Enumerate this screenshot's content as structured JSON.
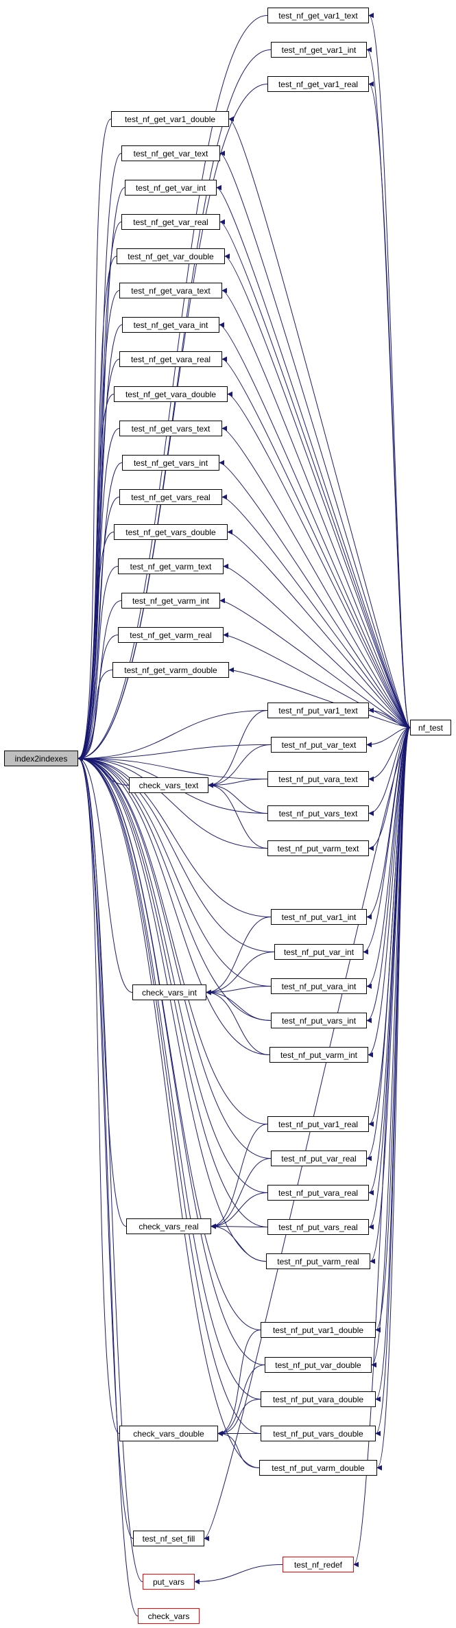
{
  "graph": {
    "root": "index2indexes",
    "colors": {
      "edge": "#191970",
      "node_border": "#000000",
      "highlight_border": "#ff0000",
      "root_fill": "#bfbfbf"
    },
    "nodes": {
      "index2indexes": "index2indexes",
      "nf_test": "nf_test",
      "test_nf_get_var1_text": "test_nf_get_var1_text",
      "test_nf_get_var1_int": "test_nf_get_var1_int",
      "test_nf_get_var1_real": "test_nf_get_var1_real",
      "test_nf_get_var1_double": "test_nf_get_var1_double",
      "test_nf_get_var_text": "test_nf_get_var_text",
      "test_nf_get_var_int": "test_nf_get_var_int",
      "test_nf_get_var_real": "test_nf_get_var_real",
      "test_nf_get_var_double": "test_nf_get_var_double",
      "test_nf_get_vara_text": "test_nf_get_vara_text",
      "test_nf_get_vara_int": "test_nf_get_vara_int",
      "test_nf_get_vara_real": "test_nf_get_vara_real",
      "test_nf_get_vara_double": "test_nf_get_vara_double",
      "test_nf_get_vars_text": "test_nf_get_vars_text",
      "test_nf_get_vars_int": "test_nf_get_vars_int",
      "test_nf_get_vars_real": "test_nf_get_vars_real",
      "test_nf_get_vars_double": "test_nf_get_vars_double",
      "test_nf_get_varm_text": "test_nf_get_varm_text",
      "test_nf_get_varm_int": "test_nf_get_varm_int",
      "test_nf_get_varm_real": "test_nf_get_varm_real",
      "test_nf_get_varm_double": "test_nf_get_varm_double",
      "test_nf_put_var1_text": "test_nf_put_var1_text",
      "test_nf_put_var_text": "test_nf_put_var_text",
      "test_nf_put_vara_text": "test_nf_put_vara_text",
      "test_nf_put_vars_text": "test_nf_put_vars_text",
      "test_nf_put_varm_text": "test_nf_put_varm_text",
      "check_vars_text": "check_vars_text",
      "test_nf_put_var1_int": "test_nf_put_var1_int",
      "test_nf_put_var_int": "test_nf_put_var_int",
      "test_nf_put_vara_int": "test_nf_put_vara_int",
      "test_nf_put_vars_int": "test_nf_put_vars_int",
      "test_nf_put_varm_int": "test_nf_put_varm_int",
      "check_vars_int": "check_vars_int",
      "test_nf_put_var1_real": "test_nf_put_var1_real",
      "test_nf_put_var_real": "test_nf_put_var_real",
      "test_nf_put_vara_real": "test_nf_put_vara_real",
      "test_nf_put_vars_real": "test_nf_put_vars_real",
      "test_nf_put_varm_real": "test_nf_put_varm_real",
      "check_vars_real": "check_vars_real",
      "test_nf_put_var1_double": "test_nf_put_var1_double",
      "test_nf_put_var_double": "test_nf_put_var_double",
      "test_nf_put_vara_double": "test_nf_put_vara_double",
      "test_nf_put_vars_double": "test_nf_put_vars_double",
      "test_nf_put_varm_double": "test_nf_put_varm_double",
      "check_vars_double": "check_vars_double",
      "test_nf_set_fill": "test_nf_set_fill",
      "test_nf_redef": "test_nf_redef",
      "put_vars": "put_vars",
      "check_vars": "check_vars"
    },
    "highlighted": [
      "test_nf_redef",
      "put_vars",
      "check_vars"
    ],
    "edges": [
      [
        "test_nf_get_var1_text",
        "index2indexes"
      ],
      [
        "test_nf_get_var1_int",
        "index2indexes"
      ],
      [
        "test_nf_get_var1_real",
        "index2indexes"
      ],
      [
        "test_nf_get_var1_double",
        "index2indexes"
      ],
      [
        "test_nf_get_var_text",
        "index2indexes"
      ],
      [
        "test_nf_get_var_int",
        "index2indexes"
      ],
      [
        "test_nf_get_var_real",
        "index2indexes"
      ],
      [
        "test_nf_get_var_double",
        "index2indexes"
      ],
      [
        "test_nf_get_vara_text",
        "index2indexes"
      ],
      [
        "test_nf_get_vara_int",
        "index2indexes"
      ],
      [
        "test_nf_get_vara_real",
        "index2indexes"
      ],
      [
        "test_nf_get_vara_double",
        "index2indexes"
      ],
      [
        "test_nf_get_vars_text",
        "index2indexes"
      ],
      [
        "test_nf_get_vars_int",
        "index2indexes"
      ],
      [
        "test_nf_get_vars_real",
        "index2indexes"
      ],
      [
        "test_nf_get_vars_double",
        "index2indexes"
      ],
      [
        "test_nf_get_varm_text",
        "index2indexes"
      ],
      [
        "test_nf_get_varm_int",
        "index2indexes"
      ],
      [
        "test_nf_get_varm_real",
        "index2indexes"
      ],
      [
        "test_nf_get_varm_double",
        "index2indexes"
      ],
      [
        "test_nf_put_var1_text",
        "index2indexes"
      ],
      [
        "test_nf_put_var_text",
        "index2indexes"
      ],
      [
        "test_nf_put_vara_text",
        "index2indexes"
      ],
      [
        "test_nf_put_vars_text",
        "index2indexes"
      ],
      [
        "test_nf_put_varm_text",
        "index2indexes"
      ],
      [
        "check_vars_text",
        "index2indexes"
      ],
      [
        "test_nf_put_var1_int",
        "index2indexes"
      ],
      [
        "test_nf_put_var_int",
        "index2indexes"
      ],
      [
        "test_nf_put_vara_int",
        "index2indexes"
      ],
      [
        "test_nf_put_vars_int",
        "index2indexes"
      ],
      [
        "test_nf_put_varm_int",
        "index2indexes"
      ],
      [
        "check_vars_int",
        "index2indexes"
      ],
      [
        "test_nf_put_var1_real",
        "index2indexes"
      ],
      [
        "test_nf_put_var_real",
        "index2indexes"
      ],
      [
        "test_nf_put_vara_real",
        "index2indexes"
      ],
      [
        "test_nf_put_vars_real",
        "index2indexes"
      ],
      [
        "test_nf_put_varm_real",
        "index2indexes"
      ],
      [
        "check_vars_real",
        "index2indexes"
      ],
      [
        "test_nf_put_var1_double",
        "index2indexes"
      ],
      [
        "test_nf_put_var_double",
        "index2indexes"
      ],
      [
        "test_nf_put_vara_double",
        "index2indexes"
      ],
      [
        "test_nf_put_vars_double",
        "index2indexes"
      ],
      [
        "test_nf_put_varm_double",
        "index2indexes"
      ],
      [
        "check_vars_double",
        "index2indexes"
      ],
      [
        "test_nf_set_fill",
        "index2indexes"
      ],
      [
        "put_vars",
        "index2indexes"
      ],
      [
        "check_vars",
        "index2indexes"
      ],
      [
        "test_nf_put_var1_text",
        "check_vars_text"
      ],
      [
        "test_nf_put_var_text",
        "check_vars_text"
      ],
      [
        "test_nf_put_vara_text",
        "check_vars_text"
      ],
      [
        "test_nf_put_vars_text",
        "check_vars_text"
      ],
      [
        "test_nf_put_varm_text",
        "check_vars_text"
      ],
      [
        "test_nf_put_var1_int",
        "check_vars_int"
      ],
      [
        "test_nf_put_var_int",
        "check_vars_int"
      ],
      [
        "test_nf_put_vara_int",
        "check_vars_int"
      ],
      [
        "test_nf_put_vars_int",
        "check_vars_int"
      ],
      [
        "test_nf_put_varm_int",
        "check_vars_int"
      ],
      [
        "test_nf_put_var1_real",
        "check_vars_real"
      ],
      [
        "test_nf_put_var_real",
        "check_vars_real"
      ],
      [
        "test_nf_put_vara_real",
        "check_vars_real"
      ],
      [
        "test_nf_put_vars_real",
        "check_vars_real"
      ],
      [
        "test_nf_put_varm_real",
        "check_vars_real"
      ],
      [
        "test_nf_put_var1_double",
        "check_vars_double"
      ],
      [
        "test_nf_put_var_double",
        "check_vars_double"
      ],
      [
        "test_nf_put_vara_double",
        "check_vars_double"
      ],
      [
        "test_nf_put_vars_double",
        "check_vars_double"
      ],
      [
        "test_nf_put_varm_double",
        "check_vars_double"
      ],
      [
        "test_nf_redef",
        "put_vars"
      ],
      [
        "nf_test",
        "test_nf_get_var1_text"
      ],
      [
        "nf_test",
        "test_nf_get_var1_int"
      ],
      [
        "nf_test",
        "test_nf_get_var1_real"
      ],
      [
        "nf_test",
        "test_nf_get_var1_double"
      ],
      [
        "nf_test",
        "test_nf_get_var_text"
      ],
      [
        "nf_test",
        "test_nf_get_var_int"
      ],
      [
        "nf_test",
        "test_nf_get_var_real"
      ],
      [
        "nf_test",
        "test_nf_get_var_double"
      ],
      [
        "nf_test",
        "test_nf_get_vara_text"
      ],
      [
        "nf_test",
        "test_nf_get_vara_int"
      ],
      [
        "nf_test",
        "test_nf_get_vara_real"
      ],
      [
        "nf_test",
        "test_nf_get_vara_double"
      ],
      [
        "nf_test",
        "test_nf_get_vars_text"
      ],
      [
        "nf_test",
        "test_nf_get_vars_int"
      ],
      [
        "nf_test",
        "test_nf_get_vars_real"
      ],
      [
        "nf_test",
        "test_nf_get_vars_double"
      ],
      [
        "nf_test",
        "test_nf_get_varm_text"
      ],
      [
        "nf_test",
        "test_nf_get_varm_int"
      ],
      [
        "nf_test",
        "test_nf_get_varm_real"
      ],
      [
        "nf_test",
        "test_nf_get_varm_double"
      ],
      [
        "nf_test",
        "test_nf_put_var1_text"
      ],
      [
        "nf_test",
        "test_nf_put_var_text"
      ],
      [
        "nf_test",
        "test_nf_put_vara_text"
      ],
      [
        "nf_test",
        "test_nf_put_vars_text"
      ],
      [
        "nf_test",
        "test_nf_put_varm_text"
      ],
      [
        "nf_test",
        "test_nf_put_var1_int"
      ],
      [
        "nf_test",
        "test_nf_put_var_int"
      ],
      [
        "nf_test",
        "test_nf_put_vara_int"
      ],
      [
        "nf_test",
        "test_nf_put_vars_int"
      ],
      [
        "nf_test",
        "test_nf_put_varm_int"
      ],
      [
        "nf_test",
        "test_nf_put_var1_real"
      ],
      [
        "nf_test",
        "test_nf_put_var_real"
      ],
      [
        "nf_test",
        "test_nf_put_vara_real"
      ],
      [
        "nf_test",
        "test_nf_put_vars_real"
      ],
      [
        "nf_test",
        "test_nf_put_varm_real"
      ],
      [
        "nf_test",
        "test_nf_put_var1_double"
      ],
      [
        "nf_test",
        "test_nf_put_var_double"
      ],
      [
        "nf_test",
        "test_nf_put_vara_double"
      ],
      [
        "nf_test",
        "test_nf_put_vars_double"
      ],
      [
        "nf_test",
        "test_nf_put_varm_double"
      ],
      [
        "nf_test",
        "test_nf_set_fill"
      ],
      [
        "nf_test",
        "test_nf_redef"
      ]
    ]
  }
}
